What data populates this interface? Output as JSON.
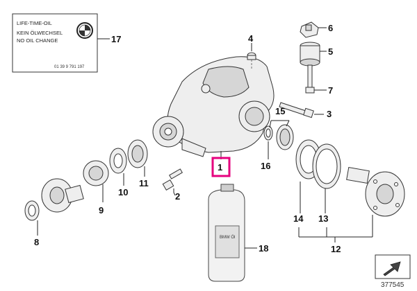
{
  "label_box": {
    "line1": "LIFE-TIME-OIL",
    "line2": "KEIN ÖLWECHSEL",
    "line3": "NO OIL CHANGE",
    "part_code": "01 39 9 791 197"
  },
  "bottle_label": "BMW Öl",
  "highlight_color": "#e6007e",
  "callouts": {
    "p1": "1",
    "p2": "2",
    "p3": "3",
    "p4": "4",
    "p5": "5",
    "p6": "6",
    "p7": "7",
    "p8": "8",
    "p9": "9",
    "p10": "10",
    "p11": "11",
    "p12": "12",
    "p13": "13",
    "p14": "14",
    "p15": "15",
    "p16": "16",
    "p17": "17",
    "p18": "18"
  },
  "diagram_id": "377545",
  "nav_icon": "arrow-icon"
}
